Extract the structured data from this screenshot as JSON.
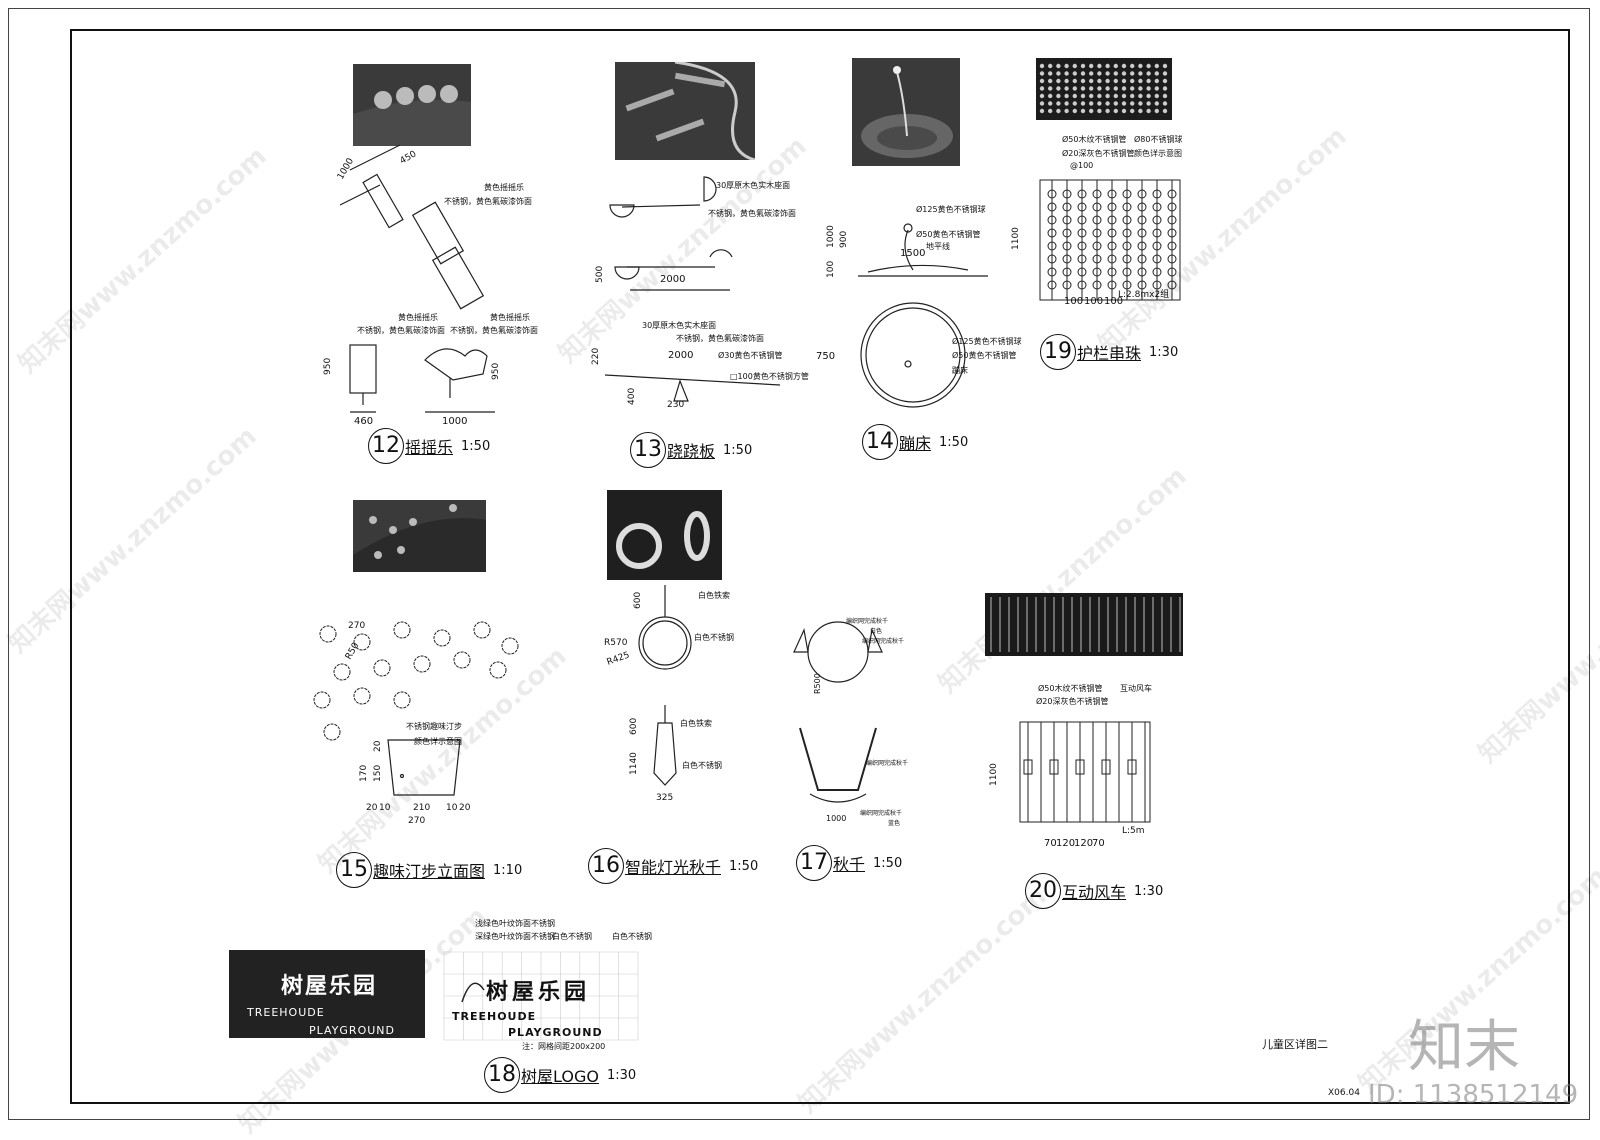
{
  "sheet": {
    "title": "儿童区详图二",
    "number": "X06.04",
    "brand_logo": "知末",
    "brand_id": "ID: 1138512149",
    "watermark_text": "知末网www.znzmo.com"
  },
  "details": [
    {
      "num": "12",
      "name": "摇摇乐",
      "scale": "1:50"
    },
    {
      "num": "13",
      "name": "跷跷板",
      "scale": "1:50"
    },
    {
      "num": "14",
      "name": "蹦床",
      "scale": "1:50"
    },
    {
      "num": "19",
      "name": "护栏串珠",
      "scale": "1:30"
    },
    {
      "num": "15",
      "name": "趣味汀步立面图",
      "scale": "1:10"
    },
    {
      "num": "16",
      "name": "智能灯光秋千",
      "scale": "1:50"
    },
    {
      "num": "17",
      "name": "秋千",
      "scale": "1:50"
    },
    {
      "num": "20",
      "name": "互动风车",
      "scale": "1:30"
    },
    {
      "num": "18",
      "name": "树屋LOGO",
      "scale": "1:30"
    }
  ],
  "notes": {
    "d12": {
      "a": "黄色摇摇乐",
      "b": "不锈钢，黄色氟碳漆饰面",
      "c": "黄色摇摇乐",
      "d": "不锈钢，黄色氟碳漆饰面",
      "e": "黄色摇摇乐",
      "f": "不锈钢，黄色氟碳漆饰面",
      "dim1": "1000",
      "dim2": "450",
      "dim3": "950",
      "dim4": "460",
      "dim5": "1000",
      "dim6": "950"
    },
    "d13": {
      "a": "30厚原木色实木座面",
      "b": "不锈钢，黄色氟碳漆饰面",
      "c": "30厚原木色实木座面",
      "d": "不锈钢，黄色氟碳漆饰面",
      "e": "Ø30黄色不锈钢管",
      "f": "□100黄色不锈钢方管",
      "dim1": "500",
      "dim2": "2000",
      "dim3": "220",
      "dim4": "2000",
      "dim5": "400",
      "dim6": "230"
    },
    "d14": {
      "a": "Ø125黄色不锈钢球",
      "b": "Ø50黄色不锈钢管",
      "c": "地平线",
      "d": "Ø125黄色不锈钢球",
      "e": "Ø50黄色不锈钢管",
      "f": "蹦床",
      "dim1": "1000",
      "dim2": "900",
      "dim3": "100",
      "dim4": "1500",
      "dim5": "750"
    },
    "d19": {
      "a": "Ø50木纹不锈钢管",
      "b": "Ø80不锈钢球",
      "c": "Ø20深灰色不锈钢管",
      "d": "颜色详示意图",
      "e": "@100",
      "dim1": "1100",
      "dim2": "100",
      "dim3": "100",
      "dim4": "100",
      "dim5": "L:2.8mx2组"
    },
    "d15": {
      "a": "不锈钢趣味汀步",
      "b": "颜色详示意图",
      "dim1": "270",
      "dim2": "R50",
      "dim3": "20",
      "dim4": "150",
      "dim5": "170",
      "dim6": "20",
      "dim7": "10",
      "dim8": "210",
      "dim9": "10",
      "dim10": "20",
      "dim11": "270"
    },
    "d16": {
      "a": "白色铁索",
      "b": "白色不锈钢",
      "c": "白色铁索",
      "d": "白色不锈钢",
      "dim1": "600",
      "dim2": "R570",
      "dim3": "R425",
      "dim4": "600",
      "dim5": "1140",
      "dim6": "325"
    },
    "d17": {
      "a": "编织网完成秋千",
      "b": "白色",
      "c": "编织网完成秋千",
      "d": "编织网完成秋千",
      "e": "蓝色",
      "f": "编织网完成秋千",
      "dim1": "R500",
      "dim2": "1000"
    },
    "d20": {
      "a": "Ø50木纹不锈钢管",
      "b": "Ø20深灰色不锈钢管",
      "c": "互动风车",
      "dim1": "1100",
      "dim2": "70",
      "dim3": "120",
      "dim4": "120",
      "dim5": "70",
      "dim6": "L:5m"
    },
    "d18": {
      "a": "浅绿色叶纹饰面不锈钢",
      "b": "深绿色叶纹饰面不锈钢",
      "c": "白色不锈钢",
      "d": "白色不锈钢",
      "e": "注：网格间距200x200"
    }
  },
  "logo": {
    "cn": "树屋乐园",
    "en1": "TREEHOUDE",
    "en2": "PLAYGROUND"
  }
}
